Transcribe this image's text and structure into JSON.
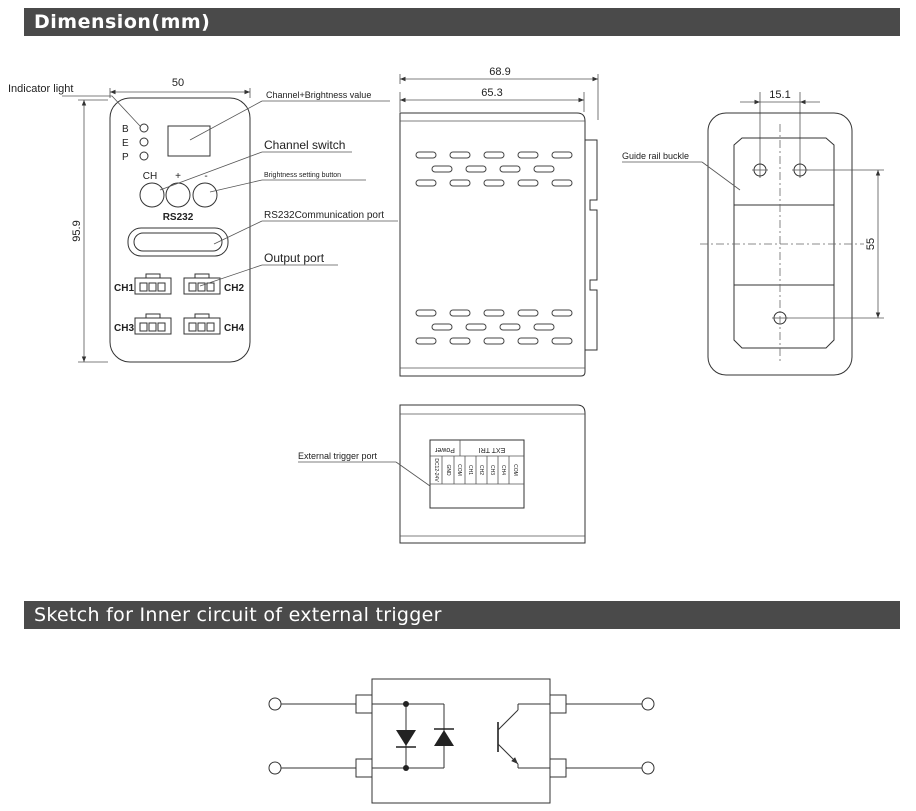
{
  "sections": {
    "dimension_title": "Dimension(mm)",
    "circuit_title": "Sketch for Inner circuit of external trigger"
  },
  "front_view": {
    "width_dim": "50",
    "height_dim": "95.9",
    "indicator_label": "Indicator light",
    "leds": [
      "B",
      "E",
      "P"
    ],
    "callouts": {
      "display": "Channel+Brightness value",
      "channel_switch": "Channel switch",
      "brightness_button": "Brightness setting button",
      "rs232_port": "RS232Communication port",
      "output_port": "Output port"
    },
    "buttons": [
      "CH",
      "+",
      "-"
    ],
    "rs232_label": "RS232",
    "ports": [
      "CH1",
      "CH2",
      "CH3",
      "CH4"
    ]
  },
  "side_view": {
    "width_outer": "68.9",
    "width_inner": "65.3"
  },
  "back_view": {
    "top_dim": "15.1",
    "right_dim": "55",
    "guide_rail_label": "Guide rail buckle"
  },
  "bottom_view": {
    "trigger_label": "External trigger port",
    "terminal_header": [
      "Power",
      "EXT TRI"
    ],
    "terminal_pins": [
      "DC12-24V",
      "GND",
      "COM",
      "CH1",
      "CH2",
      "CH3",
      "CH4",
      "COM"
    ]
  }
}
